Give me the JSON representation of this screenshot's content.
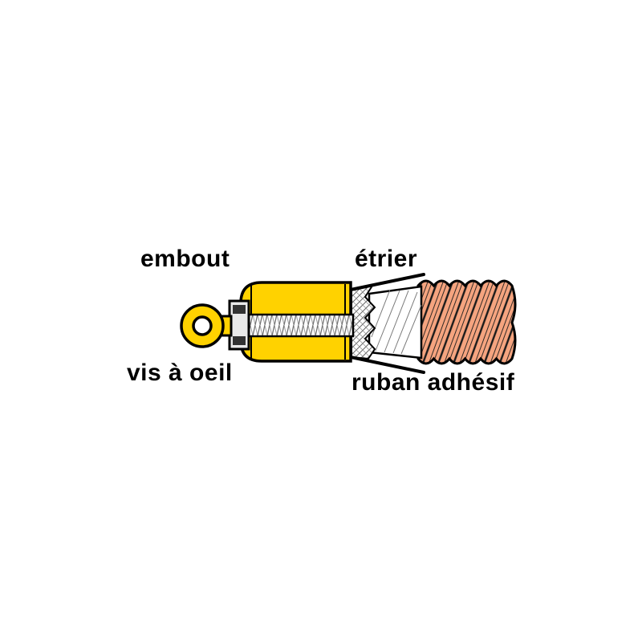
{
  "diagram": {
    "labels": {
      "embout": "embout",
      "etrier": "étrier",
      "vis_a_oeil": "vis à oeil",
      "ruban_adhesif": "ruban adhésif"
    },
    "colors": {
      "background": "#ffffff",
      "cap_yellow": "#ffd200",
      "rope_salmon": "#f5a47f",
      "tape_white": "#ffffff",
      "outline": "#000000"
    }
  }
}
